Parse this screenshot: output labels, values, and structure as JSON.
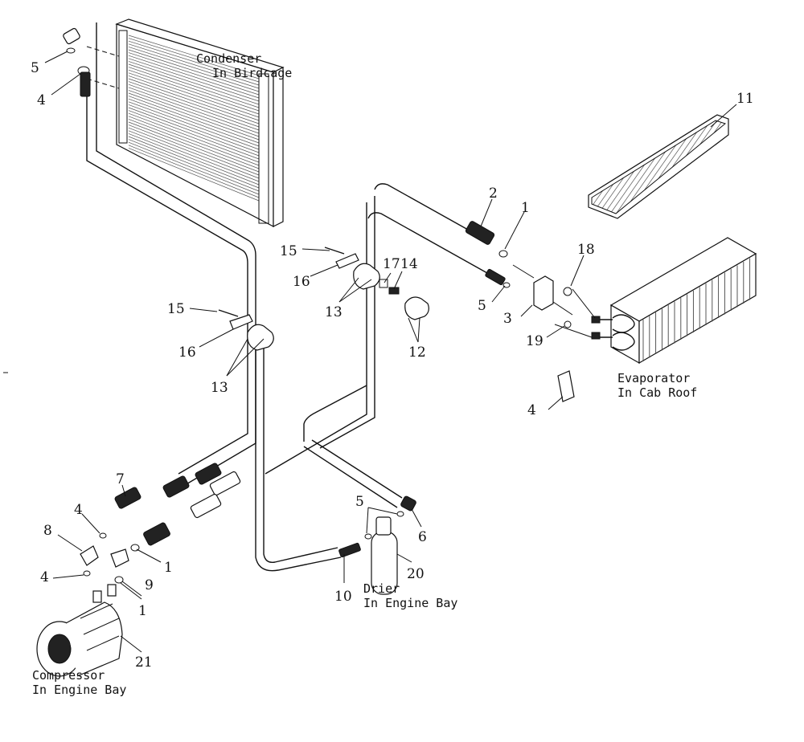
{
  "captions": {
    "condenser": [
      "Condenser",
      "In Birdcage"
    ],
    "evaporator": [
      "Evaporator",
      "In Cab Roof"
    ],
    "drier": [
      "Drier",
      "In Engine Bay"
    ],
    "compressor": [
      "Compressor",
      "In Engine Bay"
    ]
  },
  "callouts": [
    {
      "id": "c5a",
      "text": "5"
    },
    {
      "id": "c4a",
      "text": "4"
    },
    {
      "id": "c11",
      "text": "11"
    },
    {
      "id": "c2",
      "text": "2"
    },
    {
      "id": "c1a",
      "text": "1"
    },
    {
      "id": "c18",
      "text": "18"
    },
    {
      "id": "c15a",
      "text": "15"
    },
    {
      "id": "c16a",
      "text": "16"
    },
    {
      "id": "c13a",
      "text": "13"
    },
    {
      "id": "c17",
      "text": "17"
    },
    {
      "id": "c14",
      "text": "14"
    },
    {
      "id": "c5b",
      "text": "5"
    },
    {
      "id": "c3",
      "text": "3"
    },
    {
      "id": "c19",
      "text": "19"
    },
    {
      "id": "c12",
      "text": "12"
    },
    {
      "id": "c15b",
      "text": "15"
    },
    {
      "id": "c16b",
      "text": "16"
    },
    {
      "id": "c13b",
      "text": "13"
    },
    {
      "id": "c4b",
      "text": "4"
    },
    {
      "id": "c7",
      "text": "7"
    },
    {
      "id": "c4c",
      "text": "4"
    },
    {
      "id": "c8",
      "text": "8"
    },
    {
      "id": "c1b",
      "text": "1"
    },
    {
      "id": "c9",
      "text": "9"
    },
    {
      "id": "c4d",
      "text": "4"
    },
    {
      "id": "c1c",
      "text": "1"
    },
    {
      "id": "c21",
      "text": "21"
    },
    {
      "id": "c5c",
      "text": "5"
    },
    {
      "id": "c6",
      "text": "6"
    },
    {
      "id": "c10",
      "text": "10"
    },
    {
      "id": "c20",
      "text": "20"
    }
  ]
}
